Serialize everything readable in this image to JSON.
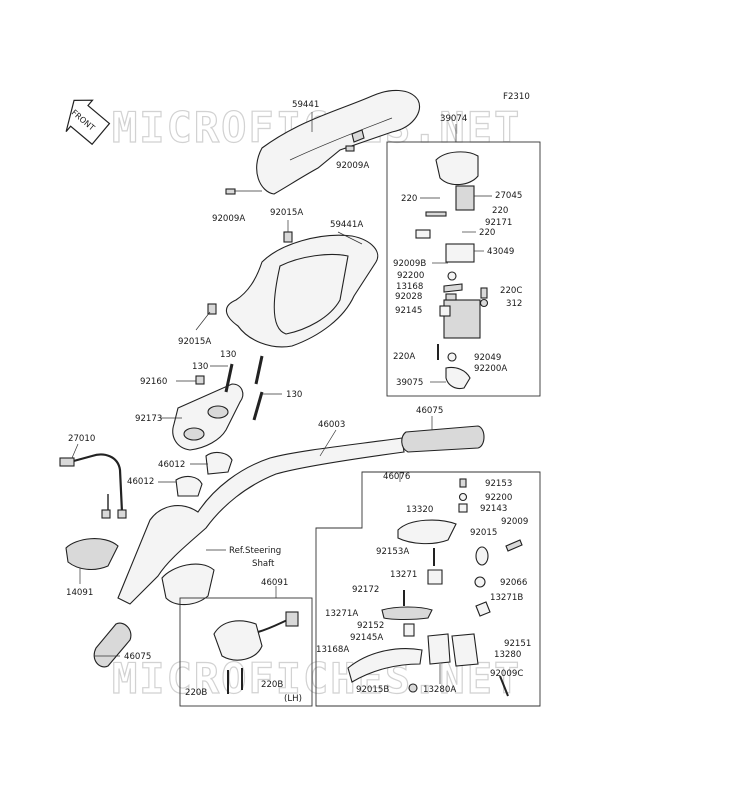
{
  "figure_code": "F2310",
  "watermark": "MICROFICHES.NET",
  "front_marker": "FRONT",
  "reference_note": [
    "Ref.Steering",
    "Shaft"
  ],
  "lh_note": "(LH)",
  "labels": {
    "p59441": "59441",
    "p92009A_top": "92009A",
    "p92009A_left": "92009A",
    "p92015A_mid": "92015A",
    "p59441A": "59441A",
    "p92015A_low": "92015A",
    "p130_a": "130",
    "p130_b": "130",
    "p130_c": "130",
    "p92160": "92160",
    "p92173": "92173",
    "p46003": "46003",
    "p27010": "27010",
    "p46012_a": "46012",
    "p46012_b": "46012",
    "p14091": "14091",
    "p46091": "46091",
    "p46075_top": "46075",
    "p46075_low": "46075",
    "p220B_a": "220B",
    "p220B_b": "220B",
    "p39074": "39074",
    "p220_a": "220",
    "p27045": "27045",
    "p220_b": "220",
    "p92171": "92171",
    "p220_c": "220",
    "p43049": "43049",
    "p92009B": "92009B",
    "p92200_a": "92200",
    "p13168": "13168",
    "p220C": "220C",
    "p92028": "92028",
    "p312": "312",
    "p92145": "92145",
    "p220A": "220A",
    "p92049": "92049",
    "p92200A": "92200A",
    "p39075": "39075",
    "p46076": "46076",
    "p92153": "92153",
    "p92200_b": "92200",
    "p92143": "92143",
    "p13320": "13320",
    "p92015": "92015",
    "p92009": "92009",
    "p92153A": "92153A",
    "p13271": "13271",
    "p92066": "92066",
    "p92172": "92172",
    "p13271B": "13271B",
    "p13271A": "13271A",
    "p92152": "92152",
    "p92145A": "92145A",
    "p92151": "92151",
    "p13168A": "13168A",
    "p13280": "13280",
    "p92009C": "92009C",
    "p92015B": "92015B",
    "p13280A": "13280A"
  }
}
